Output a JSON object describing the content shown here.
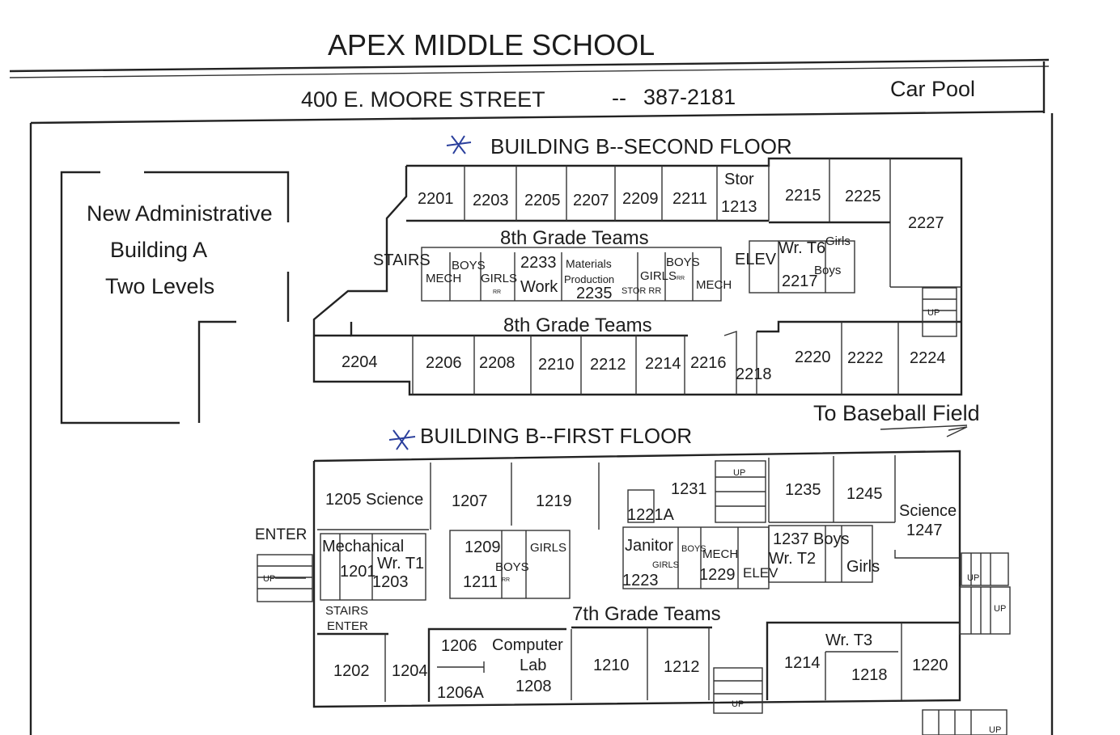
{
  "header": {
    "school_name": "APEX MIDDLE SCHOOL",
    "address": "400 E. MOORE STREET",
    "separator": "--",
    "phone": "387-2181",
    "car_pool": "Car Pool"
  },
  "building_a": {
    "line1": "New Administrative",
    "line2": "Building A",
    "line3": "Two Levels"
  },
  "second_floor": {
    "title": "BUILDING B--SECOND FLOOR",
    "rooms_top": [
      "2201",
      "2203",
      "2205",
      "2207",
      "2209",
      "2211",
      "2215",
      "2225",
      "2227"
    ],
    "stor": "Stor",
    "room_1213": "1213",
    "team_upper": "8th Grade Teams",
    "team_lower": "8th Grade Teams",
    "stairs": "STAIRS",
    "boys_left": "BOYS",
    "mech_left": "MECH",
    "girls_left": "GIRLS",
    "rr_left": "RR",
    "room_2233": "2233",
    "work": "Work",
    "materials": "Materials",
    "production": "Production",
    "room_2235": "2235",
    "stor_rr": "STOR RR",
    "boys_right": "BOYS",
    "girls_right": "GIRLS",
    "rr_right": "RR",
    "mech_right": "MECH",
    "elev": "ELEV",
    "wr_t6": "Wr. T6",
    "room_2217": "2217",
    "girls_t6": "Girls",
    "boys_t6": "Boys",
    "up": "UP",
    "rooms_bottom": [
      "2204",
      "2206",
      "2208",
      "2210",
      "2212",
      "2214",
      "2216",
      "2218",
      "2220",
      "2222",
      "2224"
    ]
  },
  "baseball": "To Baseball Field",
  "first_floor": {
    "title": "BUILDING B--FIRST FLOOR",
    "enter_left": "ENTER",
    "up_left": "UP",
    "room_1205": "1205 Science",
    "room_1207": "1207",
    "room_1219": "1219",
    "room_1231": "1231",
    "room_1221a": "1221A",
    "up_stair": "UP",
    "room_1235": "1235",
    "room_1245": "1245",
    "science": "Science",
    "room_1247": "1247",
    "mechanical": "Mechanical",
    "room_1201": "1201",
    "wr_t1": "Wr. T1",
    "room_1203": "1203",
    "room_1209": "1209",
    "girls_1209": "GIRLS",
    "boys_1211": "BOYS",
    "room_1211": "1211",
    "rr_1211": "RR",
    "janitor": "Janitor",
    "girls_j": "GIRLS",
    "boys_j": "BOYS",
    "mech_j": "MECH",
    "room_1223": "1223",
    "room_1229": "1229",
    "elev": "ELEV",
    "room_1237": "1237 Boys",
    "wr_t2": "Wr. T2",
    "girls_1237": "Girls",
    "up_right1": "UP",
    "up_right2": "UP",
    "stairs_enter1": "STAIRS",
    "stairs_enter2": "ENTER",
    "team": "7th Grade Teams",
    "room_1202": "1202",
    "room_1204": "1204",
    "room_1206": "1206",
    "computer": "Computer",
    "lab": "Lab",
    "room_1208": "1208",
    "room_1206a": "1206A",
    "room_1210": "1210",
    "room_1212": "1212",
    "up_bottom": "UP",
    "wr_t3": "Wr. T3",
    "room_1214": "1214",
    "room_1218": "1218",
    "room_1220": "1220",
    "up_corner": "UP"
  },
  "colors": {
    "ink": "#1c1c1c",
    "pen": "#2a3f9c",
    "paper": "#ffffff"
  }
}
